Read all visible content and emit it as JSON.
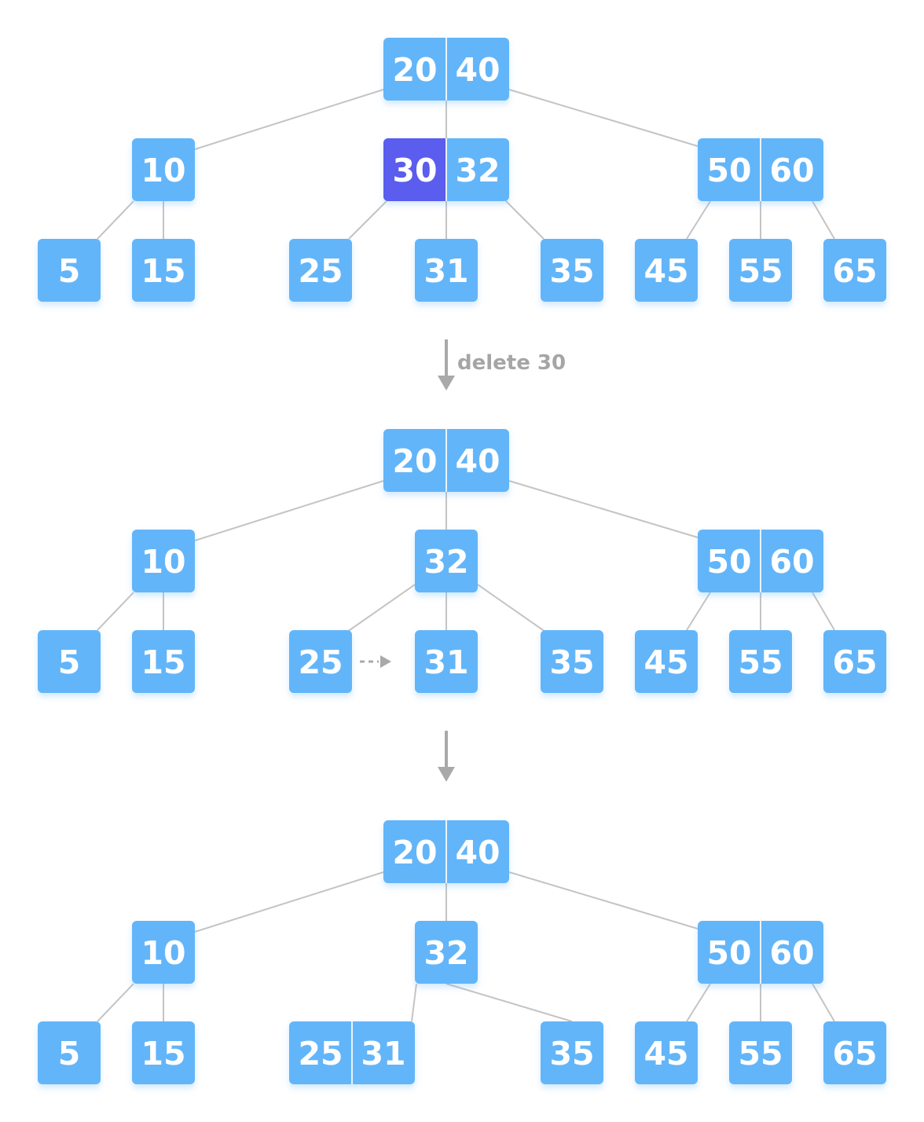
{
  "colors": {
    "node": "#64b5f9",
    "node_highlight": "#5a5ded",
    "edge": "#c4c4c4",
    "arrow": "#a9a9a9",
    "text": "#ffffff"
  },
  "step_arrows": [
    {
      "label": "delete 30"
    },
    {
      "label": ""
    }
  ],
  "stages": [
    {
      "root": [
        "20",
        "40"
      ],
      "internal": [
        [
          "10"
        ],
        [
          "30",
          "32"
        ],
        [
          "50",
          "60"
        ]
      ],
      "highlight_key": "30",
      "leaves": [
        [
          "5"
        ],
        [
          "15"
        ],
        [
          "25"
        ],
        [
          "31"
        ],
        [
          "35"
        ],
        [
          "45"
        ],
        [
          "55"
        ],
        [
          "65"
        ]
      ]
    },
    {
      "root": [
        "20",
        "40"
      ],
      "internal": [
        [
          "10"
        ],
        [
          "32"
        ],
        [
          "50",
          "60"
        ]
      ],
      "leaves": [
        [
          "5"
        ],
        [
          "15"
        ],
        [
          "25"
        ],
        [
          "31"
        ],
        [
          "35"
        ],
        [
          "45"
        ],
        [
          "55"
        ],
        [
          "65"
        ]
      ],
      "merge_hint": {
        "from": "25",
        "to": "31"
      }
    },
    {
      "root": [
        "20",
        "40"
      ],
      "internal": [
        [
          "10"
        ],
        [
          "32"
        ],
        [
          "50",
          "60"
        ]
      ],
      "leaves": [
        [
          "5"
        ],
        [
          "15"
        ],
        [
          "25",
          "31"
        ],
        [
          "35"
        ],
        [
          "45"
        ],
        [
          "55"
        ],
        [
          "65"
        ]
      ]
    }
  ]
}
